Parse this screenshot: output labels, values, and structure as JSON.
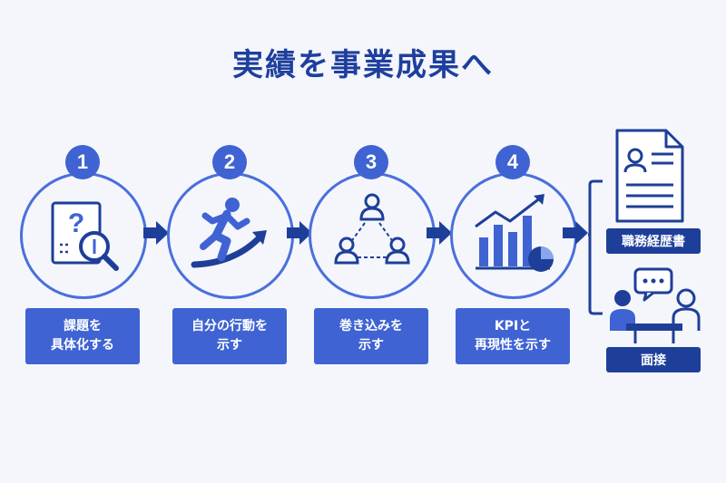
{
  "title": "実績を事業成果へ",
  "colors": {
    "primary": "#3f63d2",
    "dark": "#1e3f99",
    "ring": "#4a6fdc",
    "background": "#f4f6fb"
  },
  "steps": [
    {
      "number": "1",
      "icon": "question-magnifier-icon",
      "label": "課題を\n具体化する"
    },
    {
      "number": "2",
      "icon": "running-person-icon",
      "label": "自分の行動を\n示す"
    },
    {
      "number": "3",
      "icon": "people-network-icon",
      "label": "巻き込みを\n示す"
    },
    {
      "number": "4",
      "icon": "growth-chart-icon",
      "label": "KPIと\n再現性を示す"
    }
  ],
  "outputs": [
    {
      "icon": "resume-document-icon",
      "label": "職務経歴書"
    },
    {
      "icon": "interview-icon",
      "label": "面接"
    }
  ]
}
